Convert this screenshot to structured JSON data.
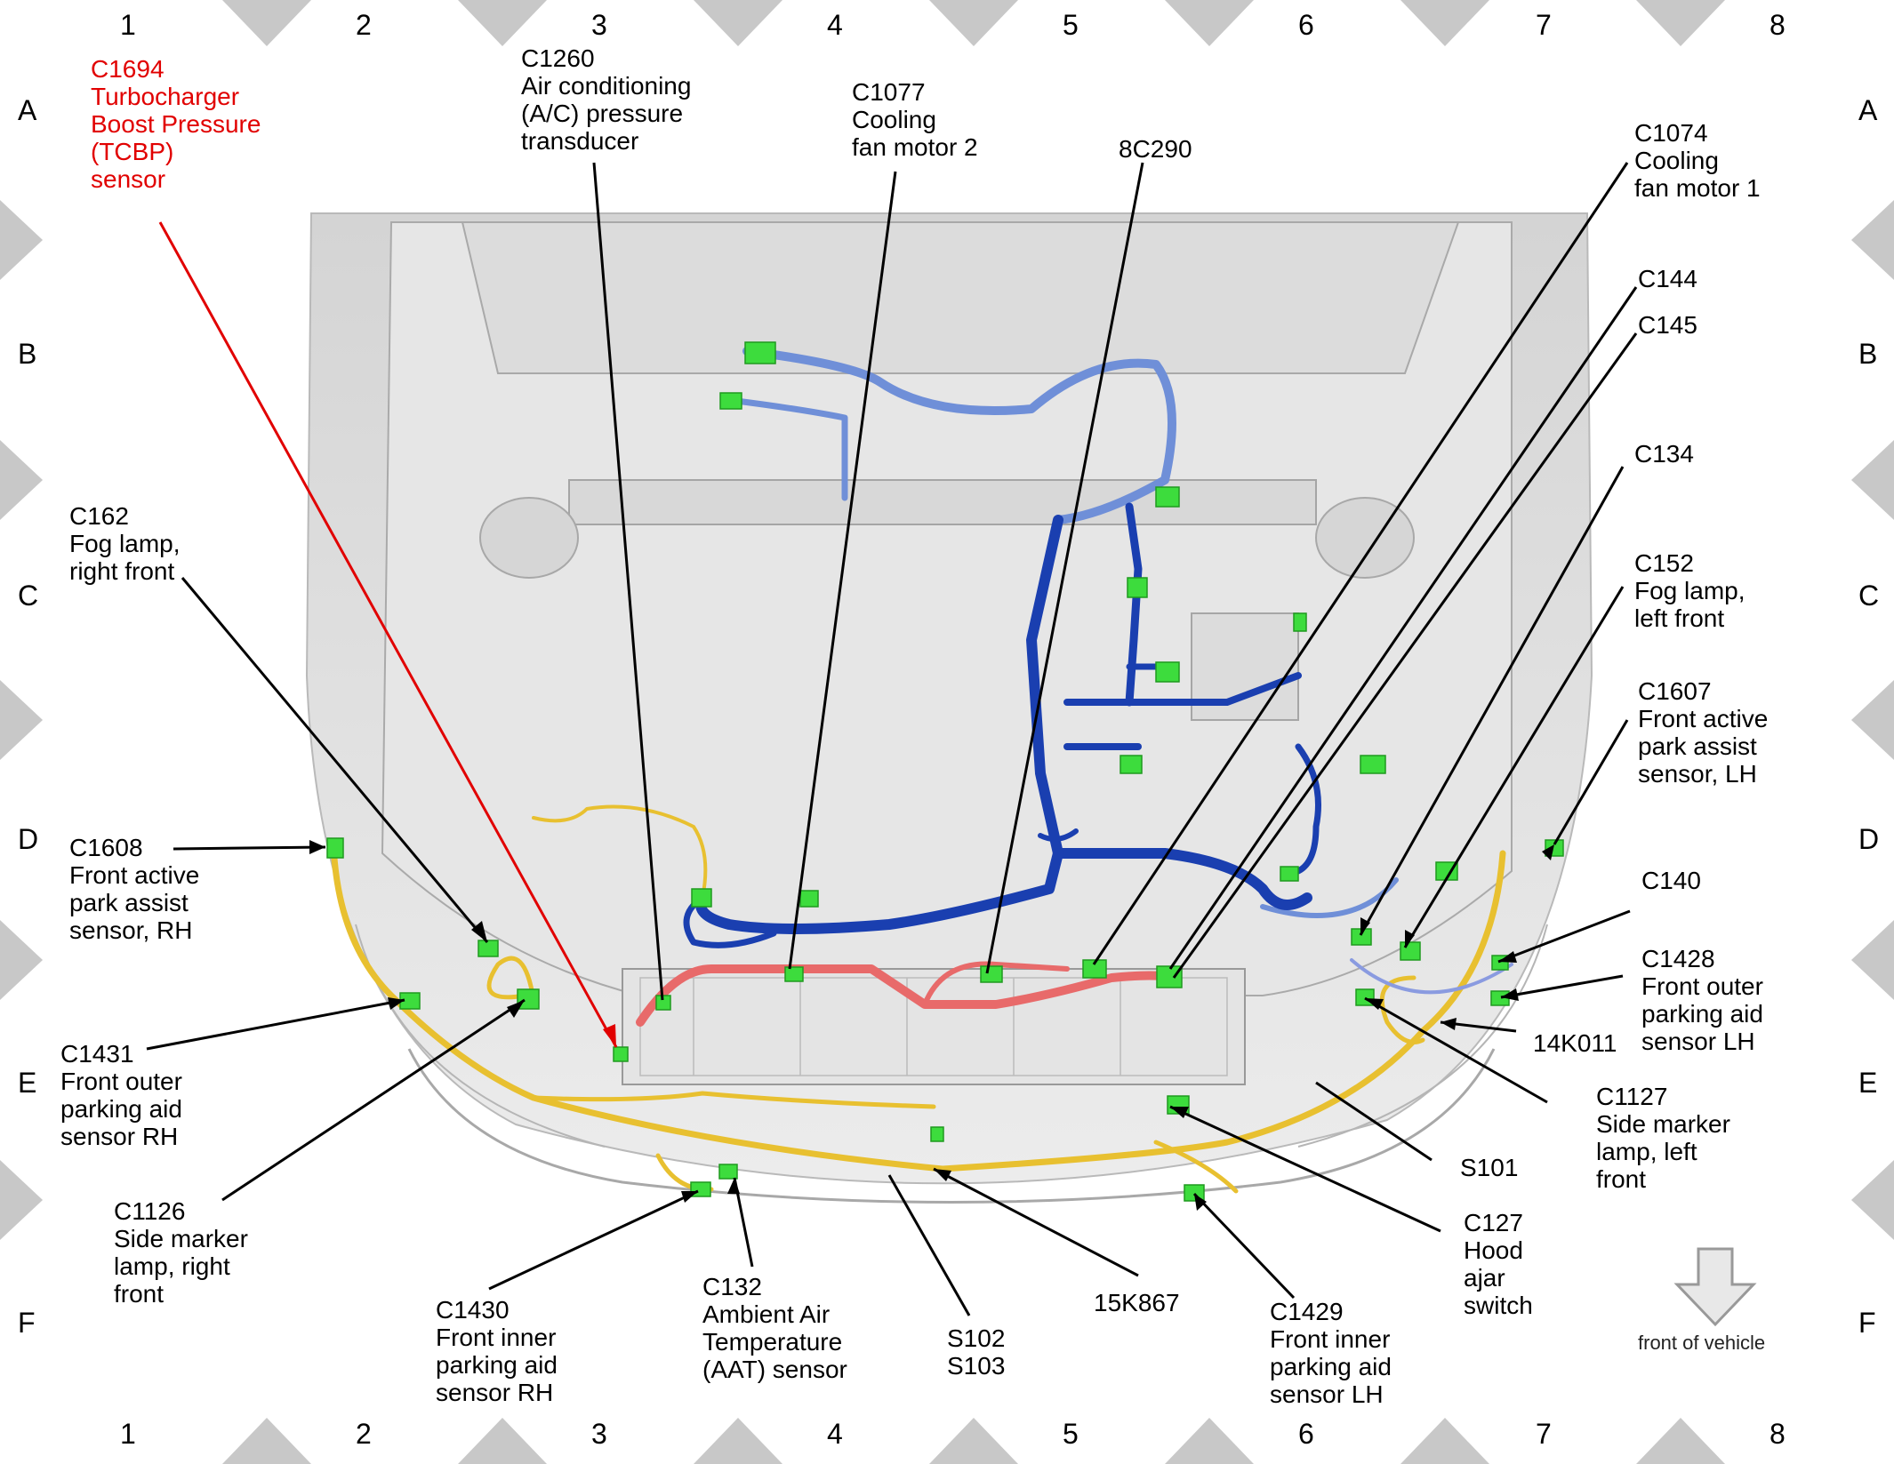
{
  "grid": {
    "columns": [
      "1",
      "2",
      "3",
      "4",
      "5",
      "6",
      "7",
      "8"
    ],
    "rows": [
      "A",
      "B",
      "C",
      "D",
      "E",
      "F"
    ]
  },
  "front_label": "front of vehicle",
  "colors": {
    "callout_highlight": "#e10000",
    "harness_dark_blue": "#1a3fb0",
    "harness_light_blue": "#6f8fd8",
    "harness_red": "#e86a6a",
    "harness_yellow": "#e8c030",
    "connector_green": "#3ddc3d"
  },
  "callouts": [
    {
      "id": "C1694",
      "lines": [
        "C1694",
        "Turbocharger",
        "Boost Pressure",
        "(TCBP)",
        "sensor"
      ],
      "highlight": true
    },
    {
      "id": "C1260",
      "lines": [
        "C1260",
        "Air conditioning",
        "(A/C) pressure",
        "transducer"
      ]
    },
    {
      "id": "C1077",
      "lines": [
        "C1077",
        "Cooling",
        "fan motor 2"
      ]
    },
    {
      "id": "8C290",
      "lines": [
        "8C290"
      ]
    },
    {
      "id": "C1074",
      "lines": [
        "C1074",
        "Cooling",
        "fan motor 1"
      ]
    },
    {
      "id": "C144",
      "lines": [
        "C144"
      ]
    },
    {
      "id": "C145",
      "lines": [
        "C145"
      ]
    },
    {
      "id": "C134",
      "lines": [
        "C134"
      ]
    },
    {
      "id": "C152",
      "lines": [
        "C152",
        "Fog lamp,",
        "left front"
      ]
    },
    {
      "id": "C1607",
      "lines": [
        "C1607",
        "Front active",
        "park assist",
        "sensor, LH"
      ]
    },
    {
      "id": "C140",
      "lines": [
        "C140"
      ]
    },
    {
      "id": "C1428",
      "lines": [
        "C1428",
        "Front outer",
        "parking aid",
        "sensor LH"
      ]
    },
    {
      "id": "14K011",
      "lines": [
        "14K011"
      ]
    },
    {
      "id": "C1127",
      "lines": [
        "C1127",
        "Side marker",
        "lamp, left",
        "front"
      ]
    },
    {
      "id": "S101",
      "lines": [
        "S101"
      ]
    },
    {
      "id": "C127",
      "lines": [
        "C127",
        "Hood",
        "ajar",
        "switch"
      ]
    },
    {
      "id": "C1429",
      "lines": [
        "C1429",
        "Front inner",
        "parking aid",
        "sensor LH"
      ]
    },
    {
      "id": "15K867",
      "lines": [
        "15K867"
      ]
    },
    {
      "id": "S102",
      "lines": [
        "S102",
        "S103"
      ]
    },
    {
      "id": "C132",
      "lines": [
        "C132",
        "Ambient Air",
        "Temperature",
        "(AAT) sensor"
      ]
    },
    {
      "id": "C1430",
      "lines": [
        "C1430",
        "Front inner",
        "parking aid",
        "sensor RH"
      ]
    },
    {
      "id": "C1126",
      "lines": [
        "C1126",
        "Side marker",
        "lamp, right",
        "front"
      ]
    },
    {
      "id": "C1431",
      "lines": [
        "C1431",
        "Front outer",
        "parking aid",
        "sensor RH"
      ]
    },
    {
      "id": "C1608",
      "lines": [
        "C1608",
        "Front active",
        "park assist",
        "sensor, RH"
      ]
    },
    {
      "id": "C162",
      "lines": [
        "C162",
        "Fog lamp,",
        "right front"
      ]
    }
  ]
}
